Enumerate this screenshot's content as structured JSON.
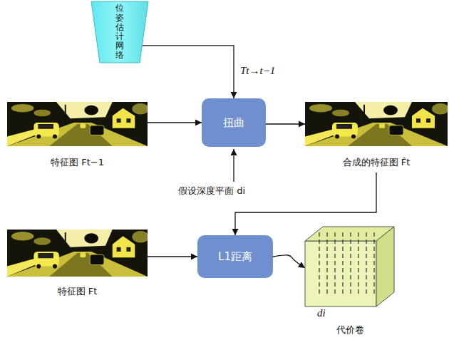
{
  "diagram": {
    "nodes": [
      {
        "text": [
          "位姿估计网络"
        ]
      },
      {
        "text": [
          "特征图 Ft−1"
        ]
      },
      {
        "text": [
          "扭曲"
        ]
      },
      {
        "text": [
          "合成的特征图 F̂t"
        ]
      },
      {
        "text": [
          "特征图 Ft"
        ]
      },
      {
        "text": [
          "L1距离"
        ]
      },
      {
        "text": [
          "代价卷"
        ]
      }
    ],
    "edges": [
      {
        "from": 0,
        "to": 2,
        "arrow": "to",
        "label": "Tt→t−1"
      },
      {
        "from": 1,
        "to": 2,
        "arrow": "to"
      },
      {
        "from": 2,
        "to": 3,
        "arrow": "to"
      },
      {
        "from": 3,
        "to": 5,
        "arrow": "to"
      },
      {
        "from": 4,
        "to": 5,
        "arrow": "to"
      },
      {
        "from": 5,
        "to": 6,
        "arrow": "to"
      }
    ],
    "labels": [
      "假设深度平面 di",
      "di"
    ]
  }
}
